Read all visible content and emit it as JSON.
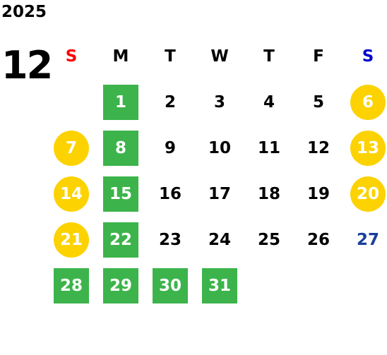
{
  "calendar": {
    "year": "2025",
    "month": "12",
    "weekdays": [
      {
        "label": "S",
        "color": "#ff0000"
      },
      {
        "label": "M",
        "color": "#000000"
      },
      {
        "label": "T",
        "color": "#000000"
      },
      {
        "label": "W",
        "color": "#000000"
      },
      {
        "label": "T",
        "color": "#000000"
      },
      {
        "label": "F",
        "color": "#000000"
      },
      {
        "label": "S",
        "color": "#0000cc"
      }
    ],
    "colors": {
      "green_square": "#3cb44b",
      "yellow_circle": "#fcd200",
      "text_dark": "#000000",
      "text_light": "#ffffff",
      "text_blue": "#1a3f99"
    },
    "weeks": [
      [
        "",
        "1",
        "2",
        "3",
        "4",
        "5",
        "6"
      ],
      [
        "7",
        "8",
        "9",
        "10",
        "11",
        "12",
        "13"
      ],
      [
        "14",
        "15",
        "16",
        "17",
        "18",
        "19",
        "20"
      ],
      [
        "21",
        "22",
        "23",
        "24",
        "25",
        "26",
        "27"
      ],
      [
        "28",
        "29",
        "30",
        "31",
        "",
        "",
        ""
      ]
    ],
    "styles": [
      [
        "",
        "green",
        "",
        "",
        "",
        "",
        "yellow"
      ],
      [
        "yellow",
        "green",
        "",
        "",
        "",
        "",
        "yellow"
      ],
      [
        "yellow",
        "green",
        "",
        "",
        "",
        "",
        "yellow"
      ],
      [
        "yellow",
        "green",
        "",
        "",
        "",
        "",
        "blue"
      ],
      [
        "green",
        "green",
        "green",
        "green",
        "",
        "",
        ""
      ]
    ]
  }
}
